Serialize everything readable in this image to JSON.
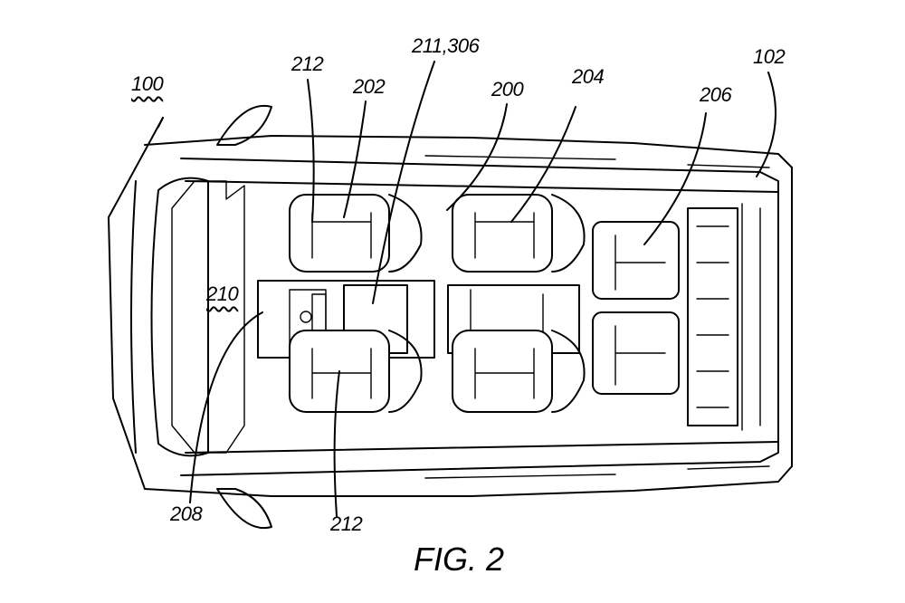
{
  "figure": {
    "caption": "FIG. 2",
    "subject": "vehicle top view with seating layout"
  },
  "labels": {
    "vehicle": "100",
    "body": "102",
    "cabin": "200",
    "front_seat": "202",
    "middle_seat": "204",
    "rear_seat": "206",
    "dashboard": "208",
    "front_compartment": "210",
    "console": "211,306",
    "seat_top": "212",
    "seat_bottom": "212"
  }
}
